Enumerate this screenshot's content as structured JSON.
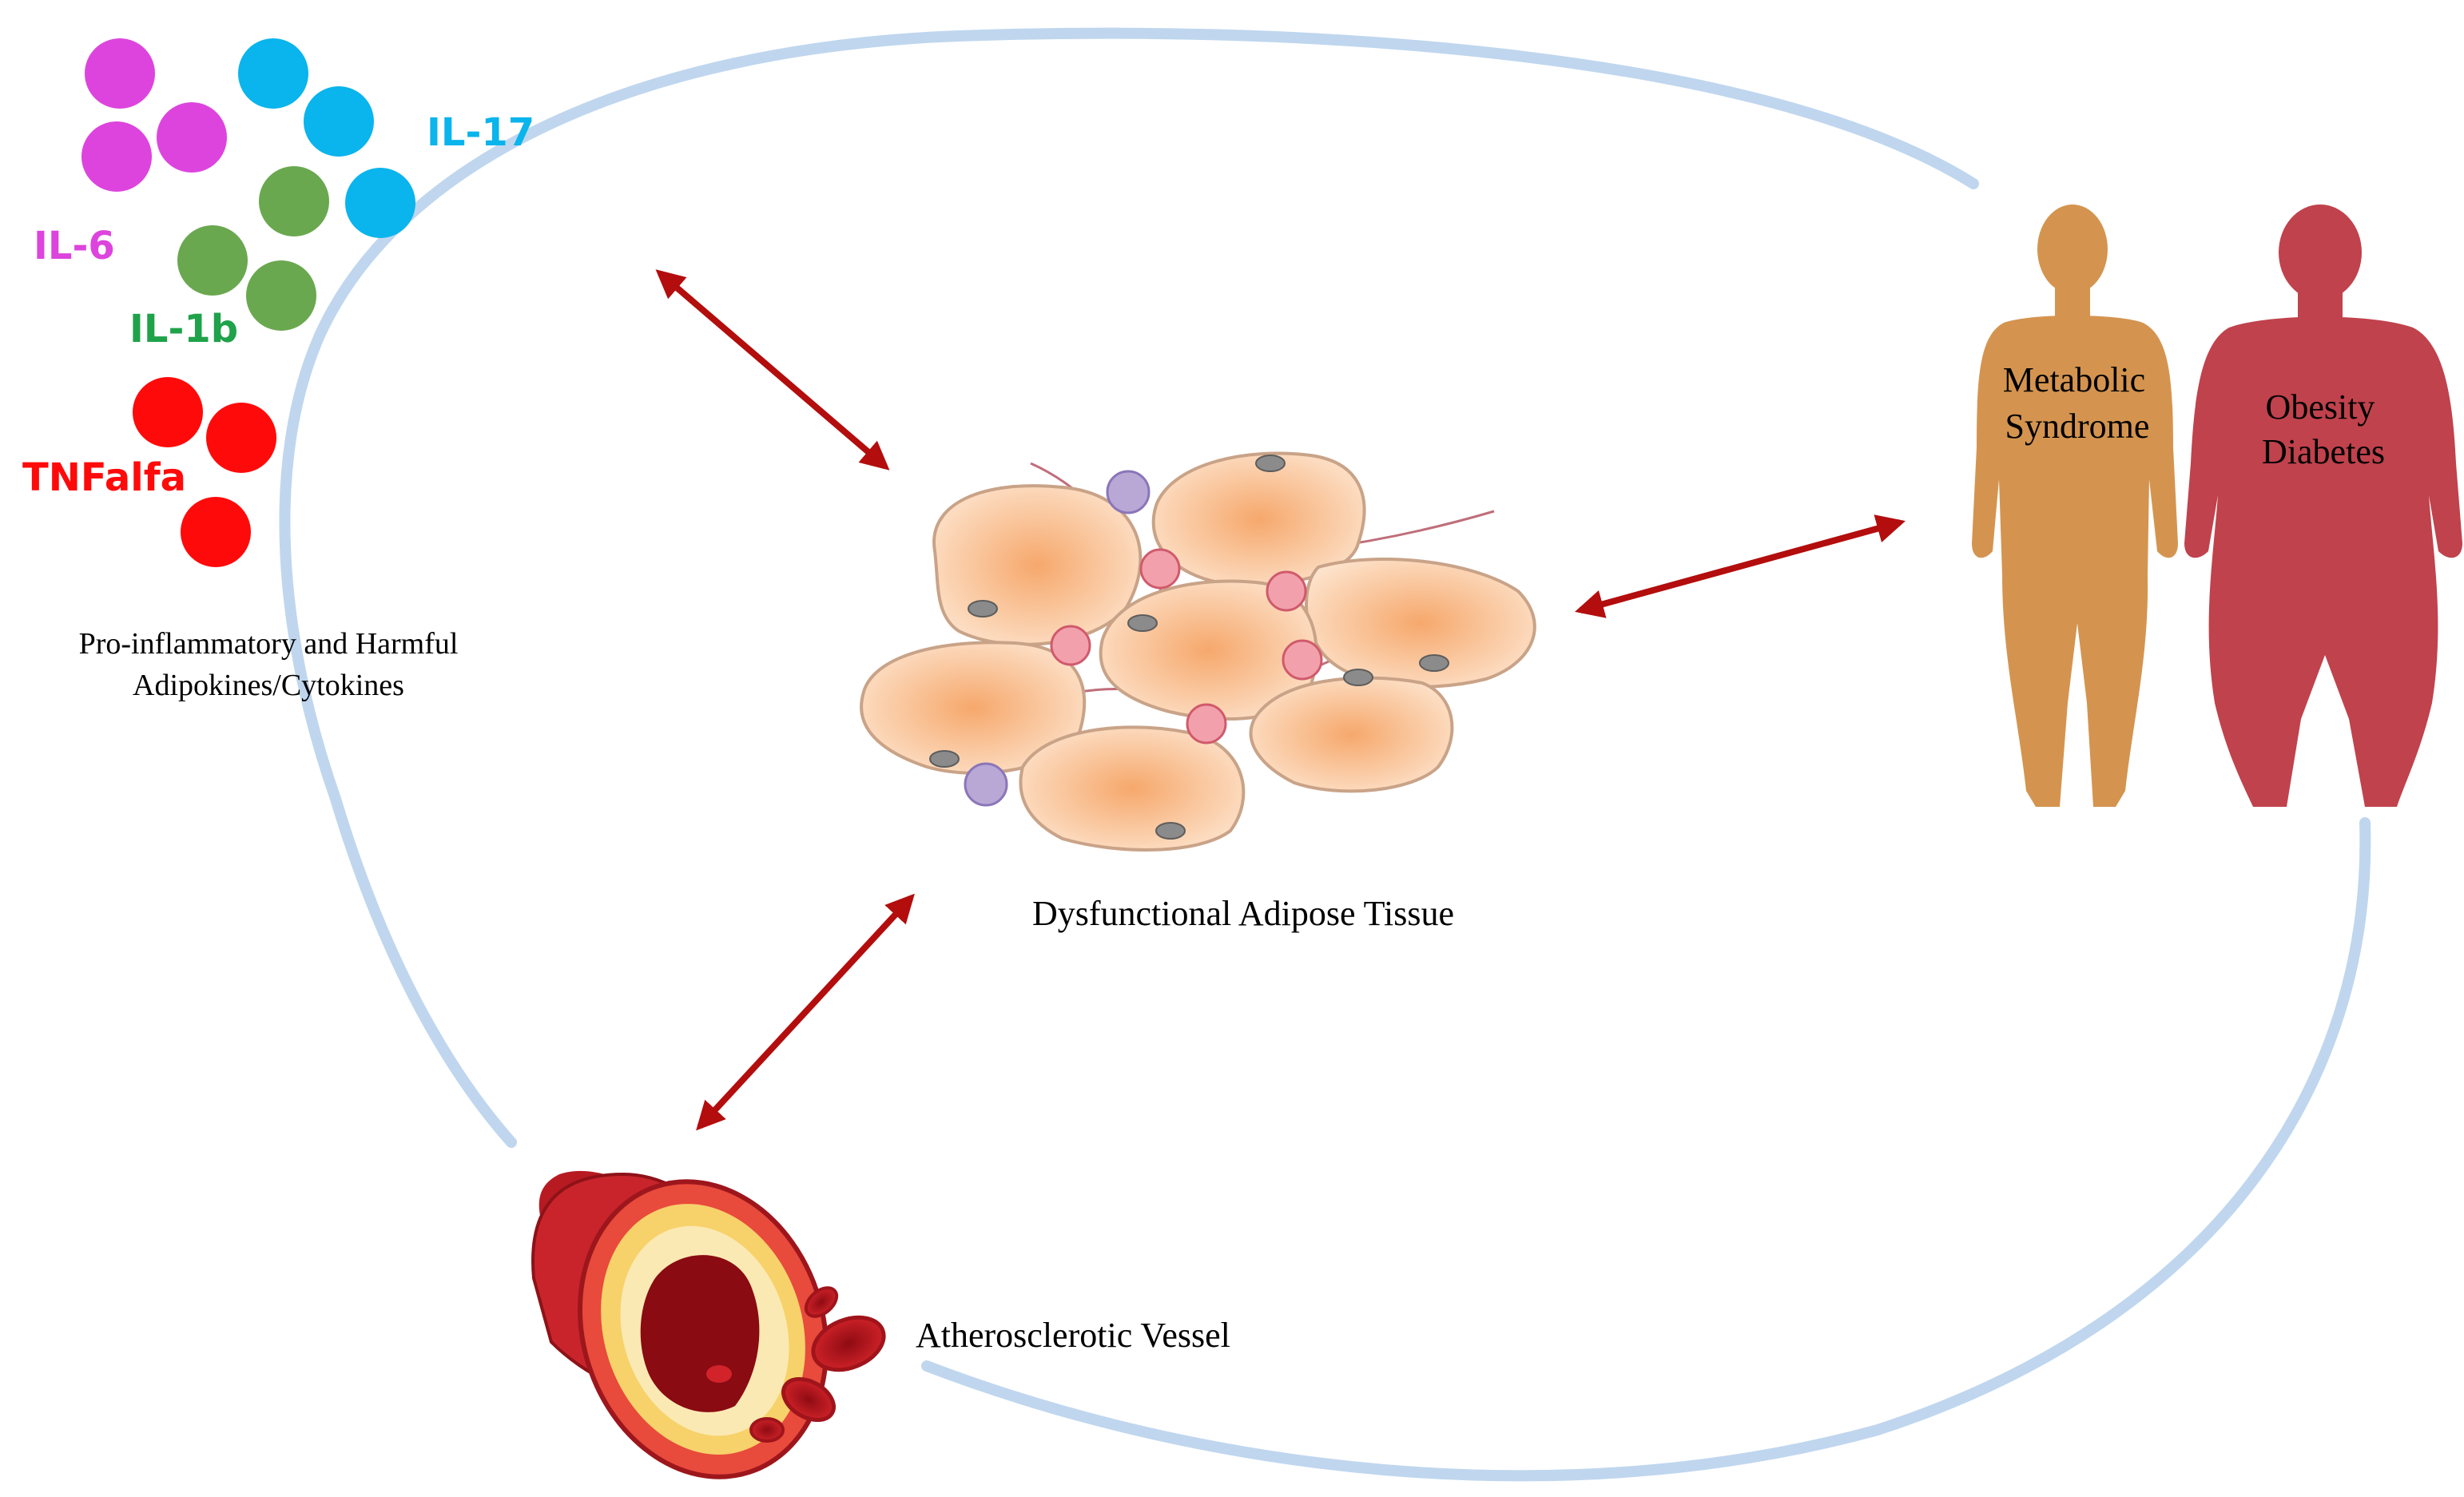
{
  "cytokines": {
    "il6": {
      "label": "IL-6",
      "color": "#dd44dd"
    },
    "il17": {
      "label": "IL-17",
      "color": "#0ab4ec"
    },
    "il1b": {
      "label": "IL-1b",
      "color": "#6aa84f"
    },
    "il1b_text_color": "#1fa24a",
    "tnf": {
      "label": "TNFalfa",
      "color": "#ff0a0a"
    },
    "caption_line1": "Pro-inflammatory and Harmful",
    "caption_line2": "Adipokines/Cytokines"
  },
  "center": {
    "label": "Dysfunctional Adipose Tissue"
  },
  "bodies": {
    "left_line1": "Metabolic",
    "left_line2": "Syndrome",
    "right_line1": "Obesity",
    "right_line2": "Diabetes",
    "left_color": "#d4944f",
    "right_color": "#c0424c"
  },
  "vessel": {
    "label": "Atherosclerotic Vessel"
  },
  "colors": {
    "arrow": "#b30d0d",
    "cycle": "#bfd6ee",
    "cell_fill": "#fbc9a0",
    "cell_core": "#f6a86c"
  }
}
